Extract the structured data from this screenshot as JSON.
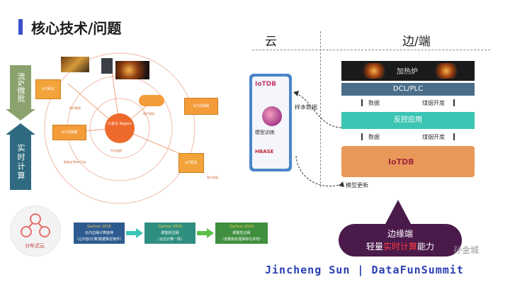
{
  "slide": {
    "title": "核心技术/问题",
    "left": {
      "stream_label": "流&微批",
      "realtime_label": "实时计算",
      "region_label": "公有云 Region",
      "center_label": "中心机房",
      "edge_node_labels": [
        "IoT网关",
        "IoT边缘服",
        "IoT边缘服",
        "IoT网关"
      ],
      "small_labels": [
        "用户现场",
        "私有云 New Cap",
        "用户现场",
        "用户现场"
      ],
      "logo_text": "分布式云",
      "gartner": [
        {
          "title": "Gartner 2018",
          "line1": "云内边缘计算延伸",
          "line2": "（让内容/计算/数据靠近物件）",
          "color": "#2e5b8f"
        },
        {
          "title": "Gartner 2019",
          "line1": "赋能的边缘",
          "line2": "（云边计算一体）",
          "color": "#2f8f7f"
        },
        {
          "title": "Gartner 2020",
          "line1": "赋能性边缘",
          "line2": "（流量和处理保持在本地）",
          "color": "#3f8f3f"
        }
      ]
    },
    "right": {
      "cloud_label": "云",
      "edge_label": "边/端",
      "iotdb_label": "IoTDB",
      "model_train": "模型训练",
      "hbase_label": "HBASE",
      "sample_data": "样本数据",
      "model_update": "模型更新",
      "furnace": "加热炉",
      "dcl_plc": "DCL/PLC",
      "control_app": "反控应用",
      "data1": "数据",
      "data2": "数据",
      "coal1": "煤烟开度",
      "coal2": "煤烟开度",
      "bubble_line1": "边缘端",
      "bubble_line2_a": "轻量",
      "bubble_line2_b": "实时计算",
      "bubble_line2_c": "能力"
    },
    "footer": "Jincheng Sun | DataFunSummit",
    "watermark": "孙金城"
  }
}
